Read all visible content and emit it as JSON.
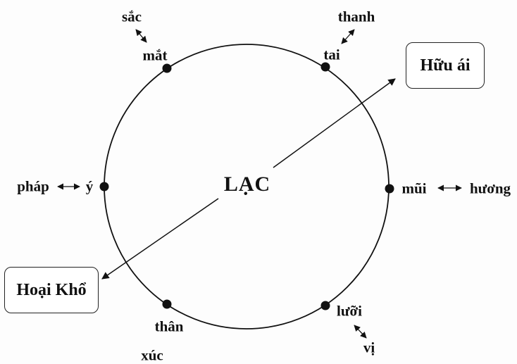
{
  "center_label": "LẠC",
  "sense_organs": {
    "eye": "mắt",
    "ear": "tai",
    "nose": "mũi",
    "tongue": "lưỡi",
    "body": "thân",
    "mind": "ý"
  },
  "sense_objects": {
    "form": "sắc",
    "sound": "thanh",
    "smell": "hương",
    "taste": "vị",
    "touch": "xúc",
    "dharma": "pháp"
  },
  "outcomes": {
    "attachment": "Hữu ái",
    "suffering": "Hoại Khổ"
  }
}
